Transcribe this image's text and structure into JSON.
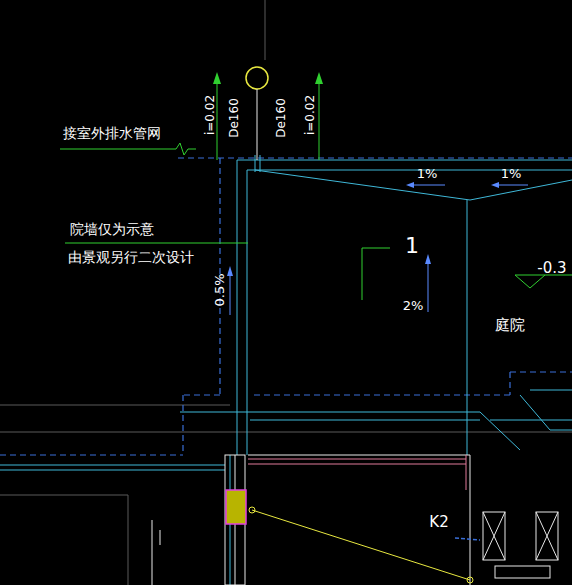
{
  "diagram": {
    "labels": [
      "接室外排水管网",
      "i=0.02",
      "De160",
      "De160",
      "i=0.02",
      "院墙仅为示意",
      "由景观另行二次设计",
      "0.5%",
      "1%",
      "1%",
      "1",
      "2%",
      "-0.3",
      "庭院",
      "K2"
    ]
  }
}
